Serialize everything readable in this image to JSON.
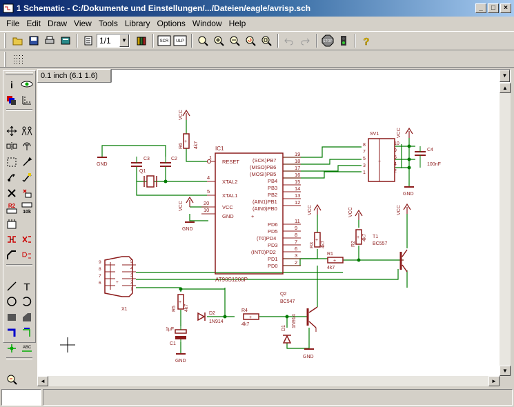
{
  "window": {
    "title": "1 Schematic - C:/Dokumente und Einstellungen/.../Dateien/eagle/avrisp.sch",
    "minimize": "_",
    "maximize": "□",
    "close": "×"
  },
  "menu": [
    "File",
    "Edit",
    "Draw",
    "View",
    "Tools",
    "Library",
    "Options",
    "Window",
    "Help"
  ],
  "toolbar": {
    "sheet": "1/1",
    "scr_label": "SCR",
    "ulp_label": "ULP",
    "stop_label": "STOP",
    "help_label": "?"
  },
  "palette": {
    "name_label": "R2",
    "value_label": "10k"
  },
  "coords": "0.1 inch (6.1 1.6)",
  "command": "",
  "status": "",
  "colors": {
    "wire": "#007a00",
    "part": "#8c1b1b",
    "frame_bg": "#d4d0c8",
    "title_start": "#0a246a",
    "title_end": "#a6caf0"
  },
  "schematic": {
    "supply_vcc": "VCC",
    "supply_gnd": "GND",
    "ic1": {
      "name": "IC1",
      "value": "AT90S1200P",
      "pins_left": [
        {
          "num": "1",
          "label": "RESET"
        },
        {
          "num": "4",
          "label": "XTAL2"
        },
        {
          "num": "5",
          "label": "XTAL1"
        },
        {
          "num": "20",
          "label": "VCC"
        },
        {
          "num": "10",
          "label": "GND"
        }
      ],
      "pins_right": [
        {
          "num": "19",
          "label": "(SCK)PB7"
        },
        {
          "num": "18",
          "label": "(MISO)PB6"
        },
        {
          "num": "17",
          "label": "(MOSI)PB5"
        },
        {
          "num": "16",
          "label": "PB4"
        },
        {
          "num": "15",
          "label": "PB3"
        },
        {
          "num": "14",
          "label": "PB2"
        },
        {
          "num": "13",
          "label": "(AIN1)PB1"
        },
        {
          "num": "12",
          "label": "(AIN0)PB0"
        },
        {
          "num": "11",
          "label": "PD6"
        },
        {
          "num": "9",
          "label": "PD5"
        },
        {
          "num": "8",
          "label": "(T0)PD4"
        },
        {
          "num": "7",
          "label": "PD3"
        },
        {
          "num": "6",
          "label": "(INT0)PD2"
        },
        {
          "num": "3",
          "label": "PD1"
        },
        {
          "num": "2",
          "label": "PD0"
        }
      ]
    },
    "r6": {
      "name": "R6",
      "value": "4k7"
    },
    "c3": {
      "name": "C3"
    },
    "c2": {
      "name": "C2"
    },
    "q1": {
      "name": "Q1"
    },
    "sv1": {
      "name": "SV1",
      "pins_left": [
        "8",
        "7",
        "5",
        "3",
        "1"
      ],
      "pins_right": [
        "10",
        "9",
        "6",
        "4",
        "2"
      ]
    },
    "c4": {
      "name": "C4",
      "value": "100nF"
    },
    "r3": {
      "name": "R3",
      "value": "4k7"
    },
    "r2": {
      "name": "R2",
      "value": "4k7"
    },
    "r1": {
      "name": "R1",
      "value": "4k7"
    },
    "t1": {
      "name": "T1",
      "value": "BC557"
    },
    "x1": {
      "name": "X1",
      "pins_left": [
        "9",
        "8",
        "7",
        "6"
      ],
      "pins_right": [
        "5",
        "4",
        "3",
        "2",
        "1"
      ]
    },
    "r5": {
      "name": "R5",
      "value": "4k7"
    },
    "c1": {
      "name": "C1",
      "value": "1µF"
    },
    "d2": {
      "name": "D2",
      "value": "1N914"
    },
    "r4": {
      "name": "R4",
      "value": "4k7"
    },
    "q2": {
      "name": "Q2",
      "value": "BC547"
    },
    "d1": {
      "name": "D1",
      "value": "1N914"
    }
  }
}
